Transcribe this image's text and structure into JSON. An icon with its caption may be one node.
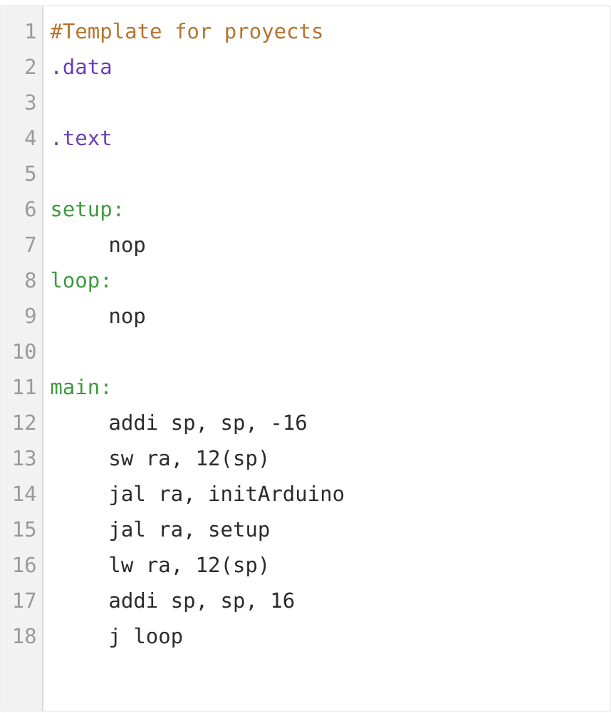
{
  "diagram": {
    "labels": [
      "1",
      "#Template for proyects",
      "2",
      ".data",
      "3",
      "4",
      ".text",
      "5",
      "6",
      "setup:",
      "7",
      "nop",
      "8",
      "loop:",
      "9",
      "nop",
      "10",
      "11",
      "main:",
      "12",
      "addi sp, sp, -16",
      "13",
      "sw ra, 12(sp)",
      "14",
      "jal ra, initArduino",
      "15",
      "jal ra, setup",
      "16",
      "lw ra, 12(sp)",
      "17",
      "addi sp, sp, 16",
      "18",
      "j loop"
    ]
  }
}
